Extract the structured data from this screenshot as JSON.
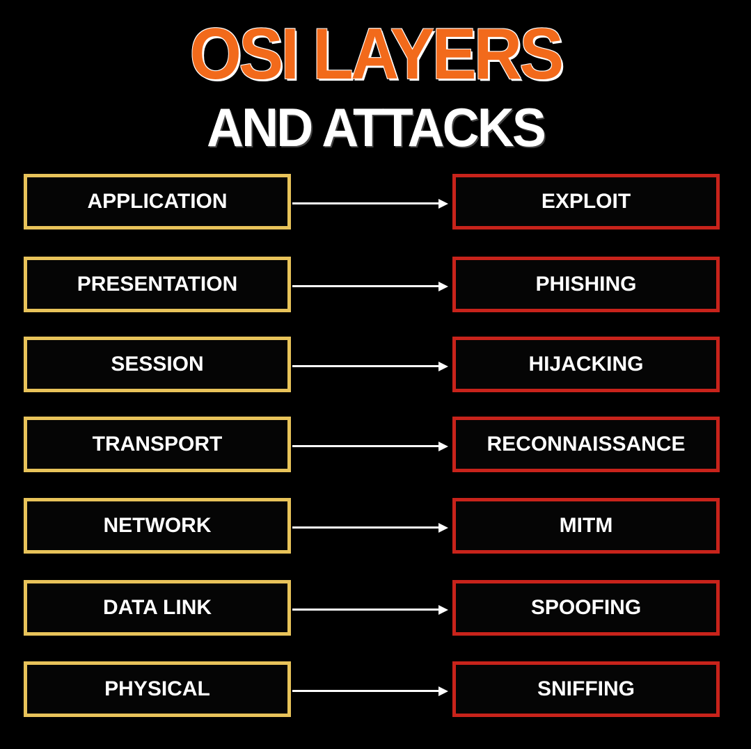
{
  "header": {
    "title": "OSI LAYERS",
    "subtitle": "AND ATTACKS"
  },
  "rows": [
    {
      "layer": "APPLICATION",
      "attack": "EXPLOIT"
    },
    {
      "layer": "PRESENTATION",
      "attack": "PHISHING"
    },
    {
      "layer": "SESSION",
      "attack": "HIJACKING"
    },
    {
      "layer": "TRANSPORT",
      "attack": "RECONNAISSANCE"
    },
    {
      "layer": "NETWORK",
      "attack": "MITM"
    },
    {
      "layer": "DATA LINK",
      "attack": "SPOOFING"
    },
    {
      "layer": "PHYSICAL",
      "attack": "SNIFFING"
    }
  ],
  "colors": {
    "title": "#f26a1b",
    "layer_border": "#e8c35a",
    "attack_border": "#c8231b",
    "background": "#000000"
  }
}
